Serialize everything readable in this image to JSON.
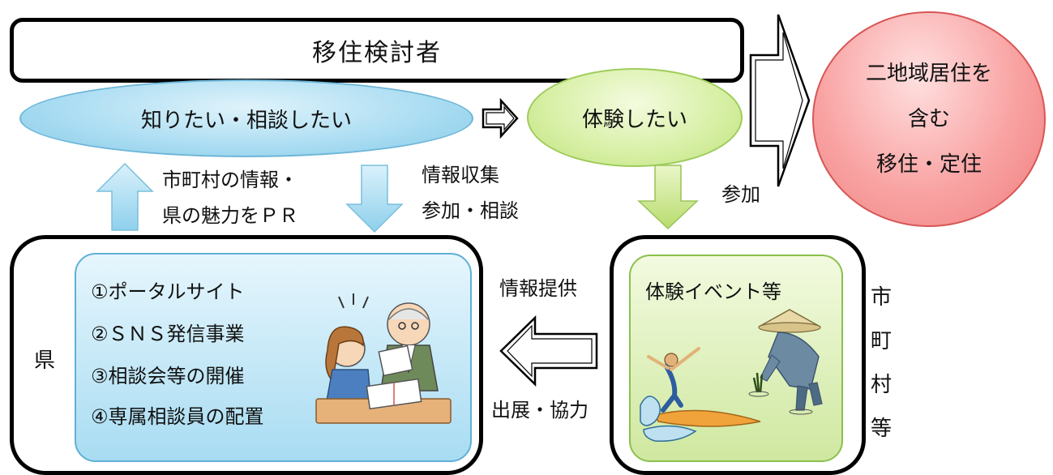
{
  "top_box": {
    "label": "移住検討者"
  },
  "ellipse_consult": {
    "label": "知りたい・相談したい"
  },
  "ellipse_experience": {
    "label": "体験したい"
  },
  "goal_circle": {
    "lines": [
      "二地域居住を",
      "含む",
      "移住・定住"
    ]
  },
  "arrow_up_label": {
    "lines": [
      "市町村の情報・",
      "県の魅力をＰＲ"
    ]
  },
  "arrow_down_label": {
    "lines": [
      "情報収集",
      "参加・相談"
    ]
  },
  "arrow_participate_label": "参加",
  "prefecture": {
    "label": "県",
    "items": [
      "①ポータルサイト",
      "②ＳＮＳ発信事業",
      "③相談会等の開催",
      "④専属相談員の配置"
    ]
  },
  "info_provide_label": "情報提供",
  "exhibit_label": "出展・協力",
  "city": {
    "inner_title": "体験イベント等",
    "side_label": [
      "市",
      "町",
      "村",
      "等"
    ]
  },
  "colors": {
    "blue_fill": "#a9dcf2",
    "green_fill": "#d6efa3",
    "red_fill": "#f9a3a3"
  }
}
